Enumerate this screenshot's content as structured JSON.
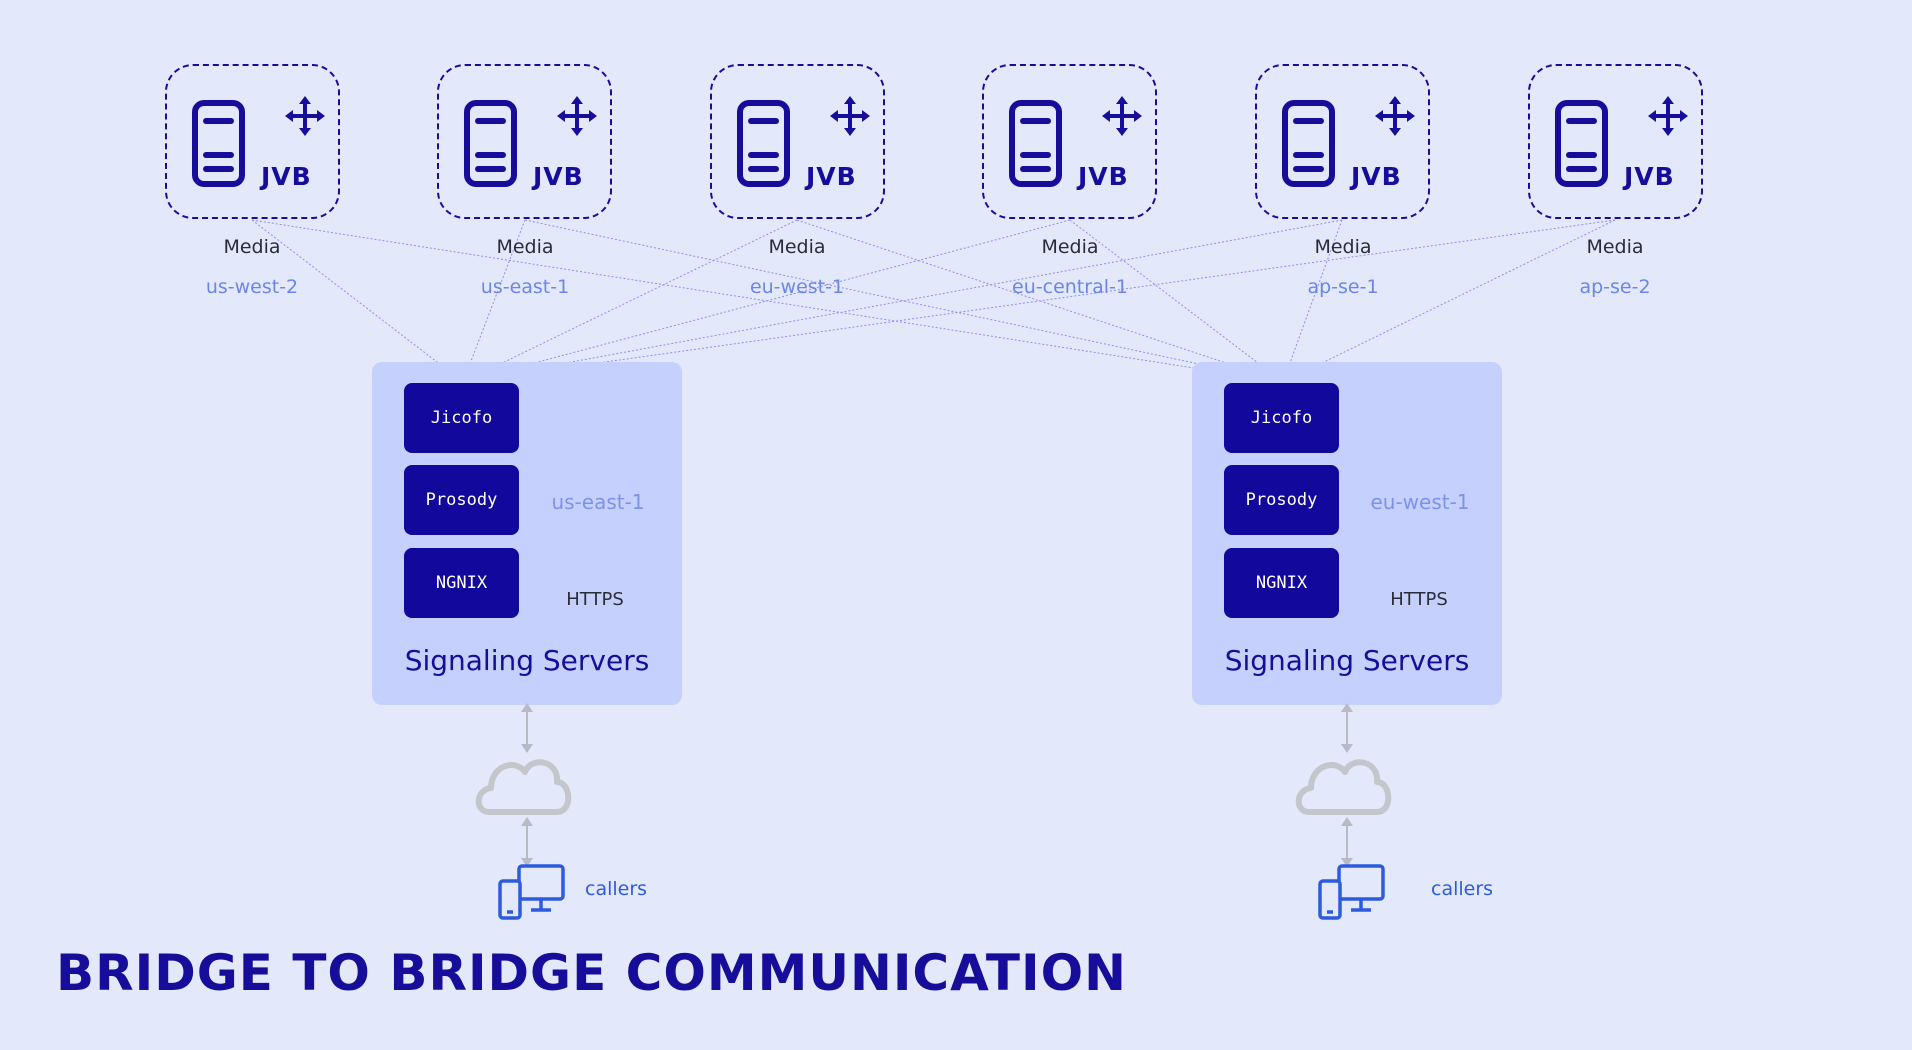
{
  "bridges": [
    {
      "label": "JVB",
      "media": "Media",
      "region": "us-west-2"
    },
    {
      "label": "JVB",
      "media": "Media",
      "region": "us-east-1"
    },
    {
      "label": "JVB",
      "media": "Media",
      "region": "eu-west-1"
    },
    {
      "label": "JVB",
      "media": "Media",
      "region": "eu-central-1"
    },
    {
      "label": "JVB",
      "media": "Media",
      "region": "ap-se-1"
    },
    {
      "label": "JVB",
      "media": "Media",
      "region": "ap-se-2"
    }
  ],
  "signaling": [
    {
      "components": [
        "Jicofo",
        "Prosody",
        "NGNIX"
      ],
      "region": "us-east-1",
      "protocol": "HTTPS",
      "title": "Signaling Servers",
      "callers": "callers"
    },
    {
      "components": [
        "Jicofo",
        "Prosody",
        "NGNIX"
      ],
      "region": "eu-west-1",
      "protocol": "HTTPS",
      "title": "Signaling Servers",
      "callers": "callers"
    }
  ],
  "title": "BRIDGE TO BRIDGE COMMUNICATION",
  "icons": [
    "server-icon",
    "move-arrows-icon",
    "cloud-icon",
    "devices-icon",
    "double-arrow-icon"
  ],
  "colors": {
    "background": "#e4e8fb",
    "navy": "#160e9a",
    "panel": "#c6d0fc",
    "component": "#12089c",
    "region_text": "#6b86e8",
    "connector": "#8e8ef0",
    "callers": "#2d5be0",
    "cloud": "#c4c6cc"
  }
}
